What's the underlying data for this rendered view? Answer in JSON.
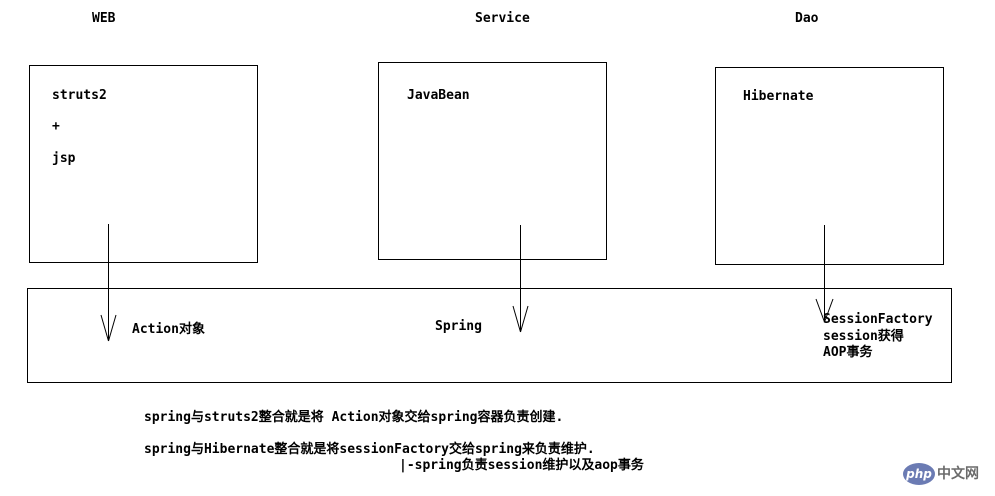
{
  "layers": {
    "web": "WEB",
    "service": "Service",
    "dao": "Dao"
  },
  "web_box": {
    "line1": "struts2",
    "line2": "+",
    "line3": "jsp"
  },
  "service_box": {
    "line1": "JavaBean"
  },
  "dao_box": {
    "line1": "Hibernate"
  },
  "spring_container": {
    "action_label": "Action对象",
    "spring_label": "Spring",
    "dao_line1": "SessionFactory",
    "dao_line2": "session获得",
    "dao_line3": "AOP事务"
  },
  "notes": {
    "line1": "spring与struts2整合就是将 Action对象交给spring容器负责创建.",
    "line2": "spring与Hibernate整合就是将sessionFactory交给spring来负责维护.",
    "line3": "|-spring负责session维护以及aop事务"
  },
  "watermark": {
    "php": "php",
    "site": "中文网"
  },
  "colors": {
    "stroke": "#000000",
    "background": "#ffffff",
    "logo_badge": "#6b7bb3"
  }
}
